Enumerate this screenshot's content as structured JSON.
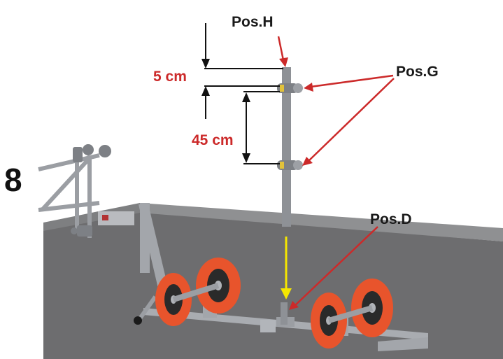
{
  "step_number": "8",
  "labels": {
    "pos_h": "Pos.H",
    "pos_g": "Pos.G",
    "pos_d": "Pos.D",
    "dim_top": "5 cm",
    "dim_gap": "45 cm"
  },
  "colors": {
    "floor": "#6d6d6f",
    "wall": "#8a8a8c",
    "frame": "#9b9ea3",
    "tyre": "#e8542c",
    "hub": "#2a2a2a",
    "annotation_red": "#cc2a2a",
    "insert_arrow": "#f5e600",
    "clamp": "#e2c23a"
  }
}
